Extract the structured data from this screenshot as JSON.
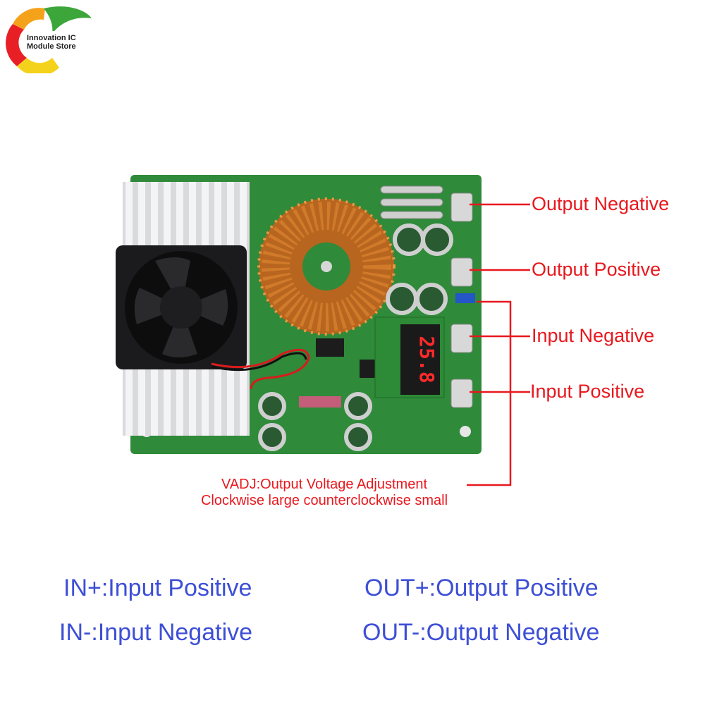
{
  "logo": {
    "line1": "Innovation IC",
    "line2": "Module Store"
  },
  "display": {
    "reading": "25.8"
  },
  "callouts": {
    "output_negative": "Output Negative",
    "output_positive": "Output Positive",
    "input_negative": "Input Negative",
    "input_positive": "Input Positive"
  },
  "vadj_note": {
    "line1": "VADJ:Output Voltage Adjustment",
    "line2": "Clockwise large counterclockwise small"
  },
  "legend": {
    "in_plus": "IN+:Input Positive",
    "in_minus": "IN-:Input Negative",
    "out_plus": "OUT+:Output Positive",
    "out_minus": "OUT-:Output Negative"
  },
  "colors": {
    "callout_red": "#e8181e",
    "legend_blue": "#3d4fd6",
    "pcb_green": "#2f8a3a"
  }
}
